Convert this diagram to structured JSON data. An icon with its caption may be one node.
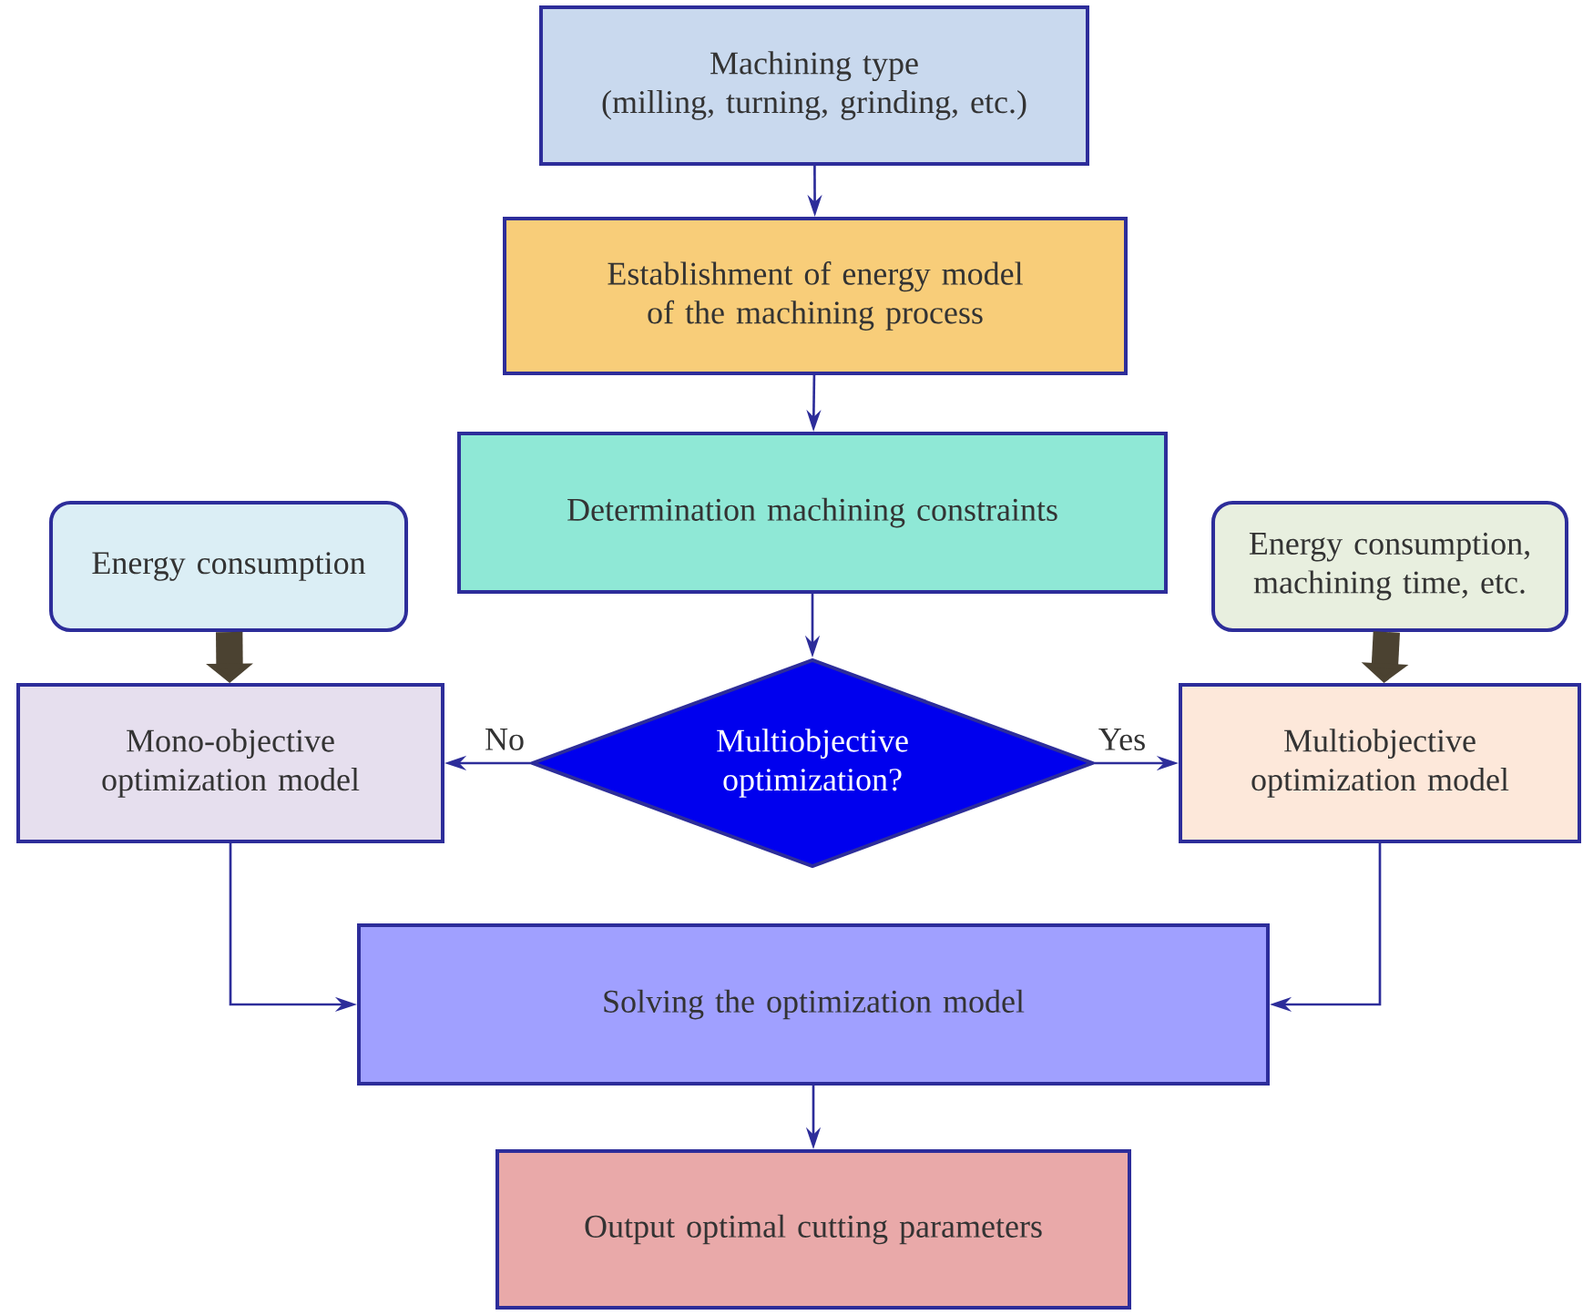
{
  "diagram": {
    "nodes": [
      {
        "text": [
          "Machining type",
          "(milling, turning, grinding, etc.)"
        ]
      },
      {
        "text": [
          "Establishment of energy model of the machining process"
        ]
      },
      {
        "text": [
          "Determination machining constraints"
        ]
      },
      {
        "text": [
          "Energy consumption"
        ]
      },
      {
        "text": [
          "Energy consumption, machining time, etc."
        ]
      },
      {
        "text": [
          "Mono-objective optimization model"
        ]
      },
      {
        "text": [
          "Multiobjective optimization?"
        ]
      },
      {
        "text": [
          "Multiobjective optimization model"
        ]
      },
      {
        "text": [
          "Solving the optimization model"
        ]
      },
      {
        "text": [
          "Output optimal cutting parameters"
        ]
      }
    ],
    "edges": [
      {
        "from": 0,
        "to": 1,
        "arrow": "to"
      },
      {
        "from": 1,
        "to": 2,
        "arrow": "to"
      },
      {
        "from": 2,
        "to": 6,
        "arrow": "to"
      },
      {
        "from": 6,
        "to": 5,
        "arrow": "to",
        "label": "No"
      },
      {
        "from": 6,
        "to": 7,
        "arrow": "to",
        "label": "Yes"
      },
      {
        "from": 3,
        "to": 5,
        "arrow": "to",
        "style": "thick",
        "color": "#4b4231"
      },
      {
        "from": 4,
        "to": 7,
        "arrow": "to",
        "style": "thick",
        "color": "#4b4231"
      },
      {
        "from": 5,
        "to": 8,
        "arrow": "to"
      },
      {
        "from": 7,
        "to": 8,
        "arrow": "to"
      },
      {
        "from": 8,
        "to": 9,
        "arrow": "to"
      }
    ]
  }
}
